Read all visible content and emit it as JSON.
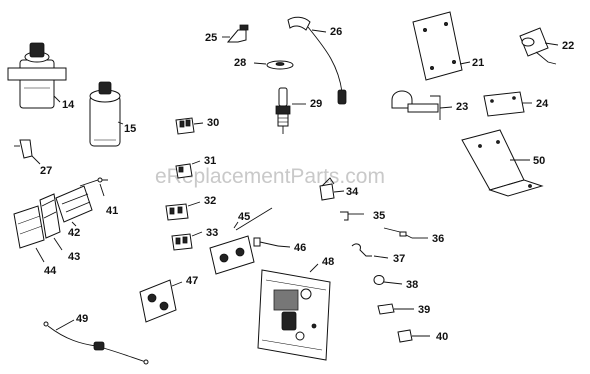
{
  "watermark": "eReplacementParts.com",
  "callouts": [
    {
      "id": "c14",
      "text": "14"
    },
    {
      "id": "c15",
      "text": "15"
    },
    {
      "id": "c21",
      "text": "21"
    },
    {
      "id": "c22",
      "text": "22"
    },
    {
      "id": "c23",
      "text": "23"
    },
    {
      "id": "c24",
      "text": "24"
    },
    {
      "id": "c25",
      "text": "25"
    },
    {
      "id": "c26",
      "text": "26"
    },
    {
      "id": "c27",
      "text": "27"
    },
    {
      "id": "c28",
      "text": "28"
    },
    {
      "id": "c29",
      "text": "29"
    },
    {
      "id": "c30",
      "text": "30"
    },
    {
      "id": "c31",
      "text": "31"
    },
    {
      "id": "c32",
      "text": "32"
    },
    {
      "id": "c33",
      "text": "33"
    },
    {
      "id": "c34",
      "text": "34"
    },
    {
      "id": "c35",
      "text": "35"
    },
    {
      "id": "c36",
      "text": "36"
    },
    {
      "id": "c37",
      "text": "37"
    },
    {
      "id": "c38",
      "text": "38"
    },
    {
      "id": "c39",
      "text": "39"
    },
    {
      "id": "c40",
      "text": "40"
    },
    {
      "id": "c41",
      "text": "41"
    },
    {
      "id": "c42",
      "text": "42"
    },
    {
      "id": "c43",
      "text": "43"
    },
    {
      "id": "c44",
      "text": "44"
    },
    {
      "id": "c45",
      "text": "45"
    },
    {
      "id": "c46",
      "text": "46"
    },
    {
      "id": "c47",
      "text": "47"
    },
    {
      "id": "c48",
      "text": "48"
    },
    {
      "id": "c49",
      "text": "49"
    },
    {
      "id": "c50",
      "text": "50"
    }
  ]
}
